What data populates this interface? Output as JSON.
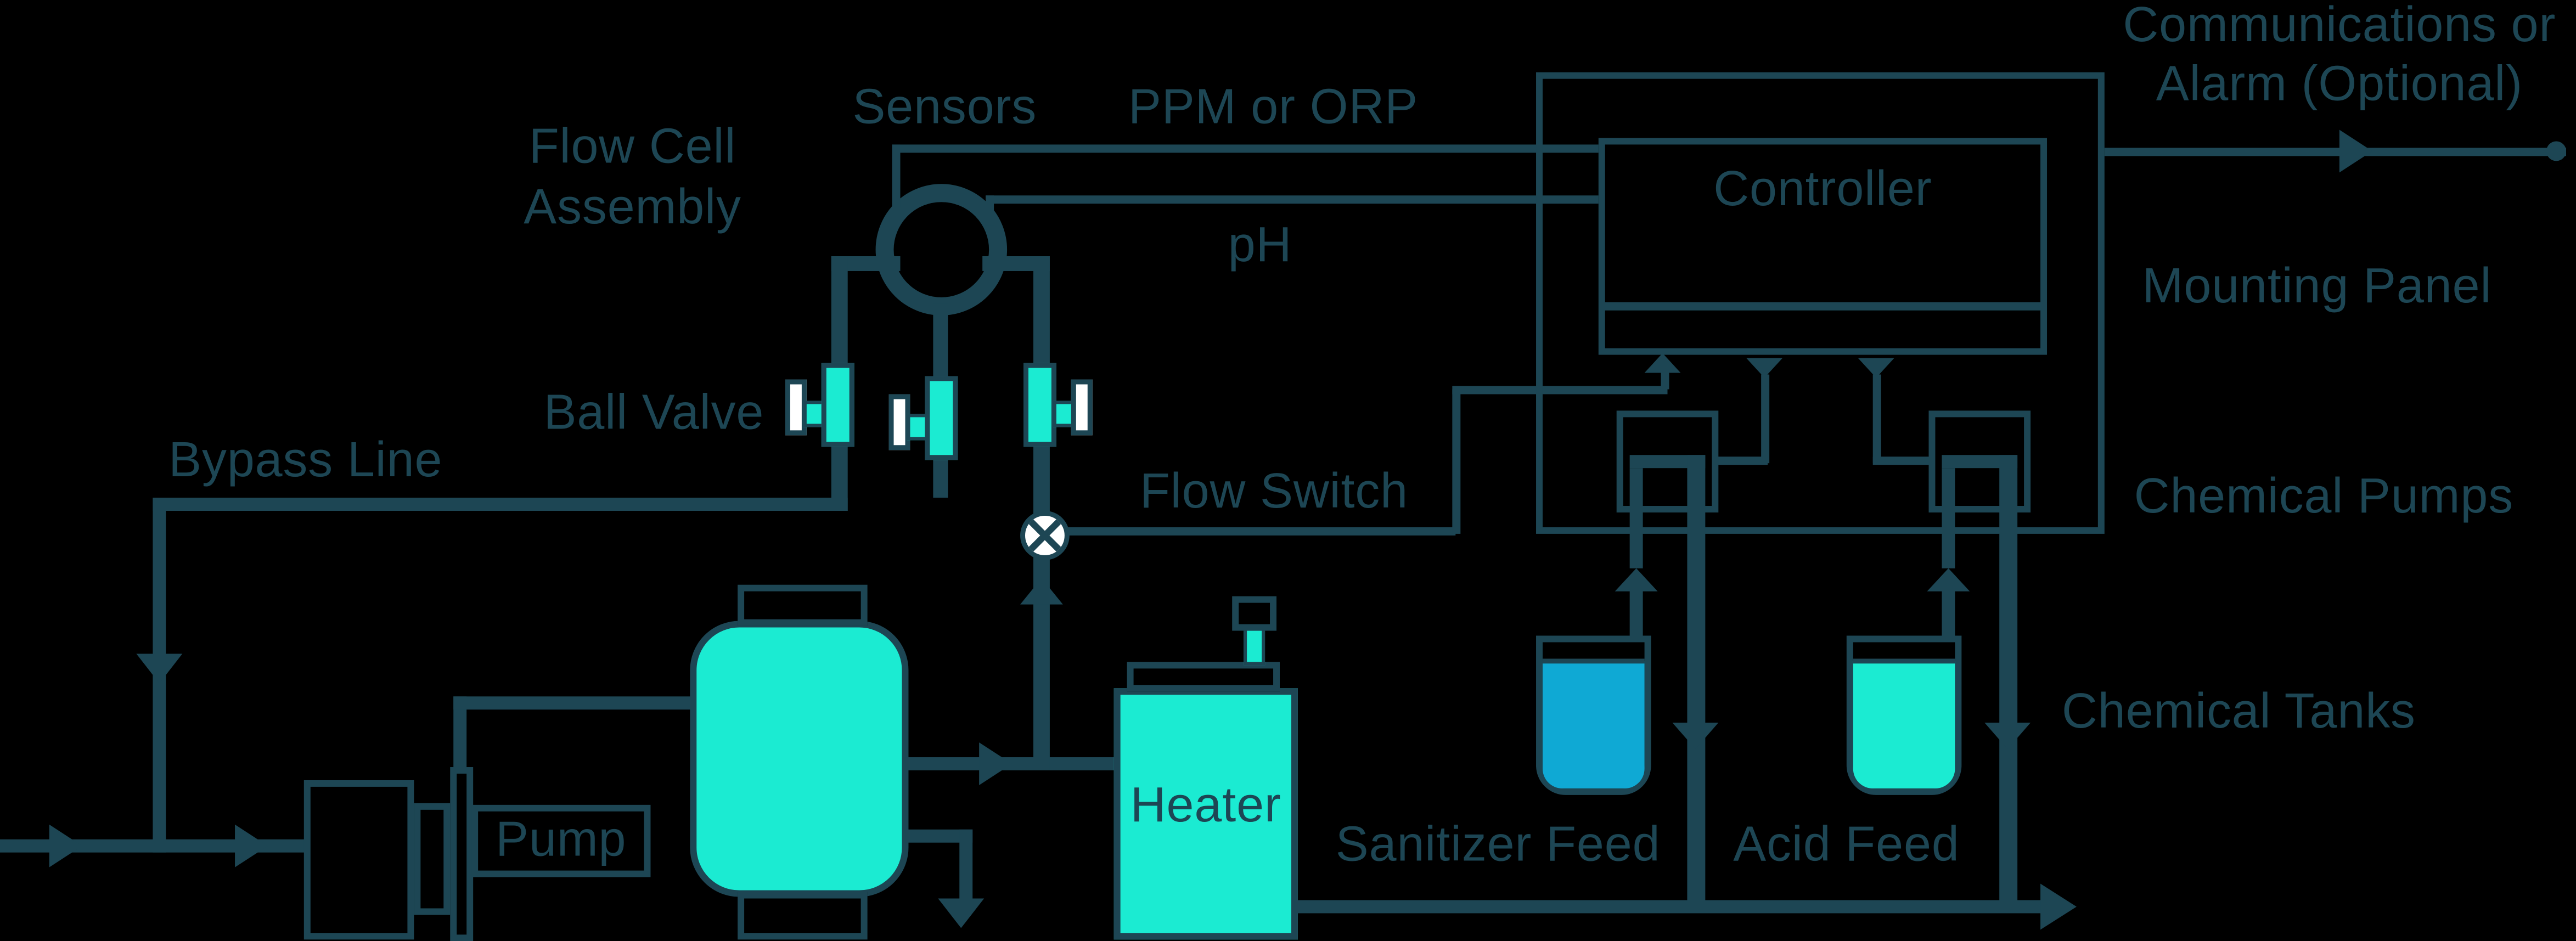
{
  "colors": {
    "background": "#000000",
    "line": "#1D4654",
    "teal": "#1BEBD2",
    "blue": "#0FA9D4",
    "white": "#FFFFFF"
  },
  "labels": {
    "communications_line1": "Communications or",
    "communications_line2": "Alarm (Optional)",
    "mounting_panel": "Mounting Panel",
    "controller": "Controller",
    "chemical_pumps": "Chemical Pumps",
    "chemical_tanks": "Chemical Tanks",
    "sensors": "Sensors",
    "ppm_or_orp": "PPM or ORP",
    "ph": "pH",
    "flow_cell_line1": "Flow Cell",
    "flow_cell_line2": "Assembly",
    "ball_valve": "Ball Valve",
    "bypass_line": "Bypass Line",
    "flow_switch": "Flow Switch",
    "pump": "Pump",
    "heater": "Heater",
    "sanitizer_feed": "Sanitizer Feed",
    "acid_feed": "Acid Feed"
  }
}
